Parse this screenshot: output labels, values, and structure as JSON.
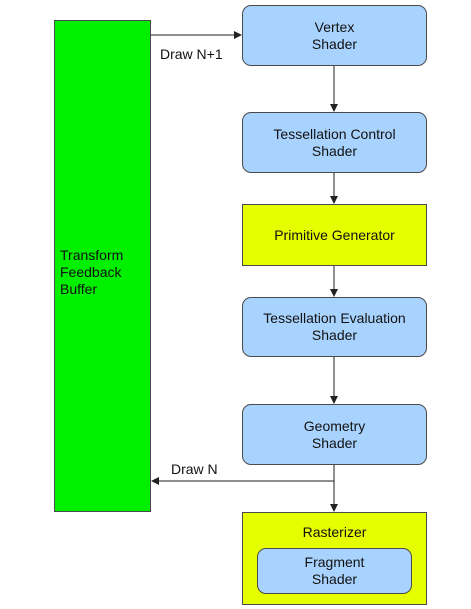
{
  "buffer": {
    "lines": [
      "Transform",
      "Feedback",
      "Buffer"
    ]
  },
  "stages": [
    {
      "lines": [
        "Vertex",
        "Shader"
      ],
      "kind": "programmable"
    },
    {
      "lines": [
        "Tessellation Control",
        "Shader"
      ],
      "kind": "programmable"
    },
    {
      "lines": [
        "Primitive Generator"
      ],
      "kind": "fixed-function"
    },
    {
      "lines": [
        "Tessellation Evaluation",
        "Shader"
      ],
      "kind": "programmable"
    },
    {
      "lines": [
        "Geometry",
        "Shader"
      ],
      "kind": "programmable"
    }
  ],
  "rasterizer": {
    "title": "Rasterizer",
    "inner": {
      "lines": [
        "Fragment",
        "Shader"
      ]
    }
  },
  "edges": {
    "draw_next": "Draw N+1",
    "draw_current": "Draw N"
  },
  "colors": {
    "shader_fill": "#a9d3ff",
    "fixed_fill": "#e6ff00",
    "buffer_fill": "#00f000",
    "stroke": "#4a4a4a"
  }
}
